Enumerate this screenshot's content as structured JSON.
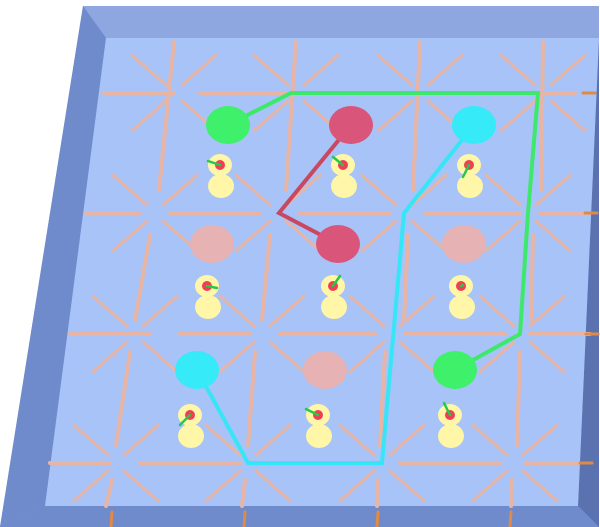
{
  "board": {
    "cols": 3,
    "rows": 3,
    "colors": {
      "tray_frame": "#7f9ad6",
      "tray_top_rim": "#8ea7e0",
      "tray_left_side": "#6f8bcc",
      "tray_right_side": "#5a73b0",
      "surface": "#a7c3f7",
      "grid_lines": "#e7b5a6",
      "grid_tick": "#e08a45"
    }
  },
  "dots": [
    {
      "col": 0,
      "row": 0,
      "color": "#3ef06a",
      "state": "green"
    },
    {
      "col": 1,
      "row": 0,
      "color": "#d9557a",
      "state": "red"
    },
    {
      "col": 2,
      "row": 0,
      "color": "#36eaf8",
      "state": "cyan"
    },
    {
      "col": 0,
      "row": 1,
      "color": "#e6b2b4",
      "state": "empty"
    },
    {
      "col": 1,
      "row": 1,
      "color": "#d9557a",
      "state": "red"
    },
    {
      "col": 2,
      "row": 1,
      "color": "#e6b2b4",
      "state": "empty"
    },
    {
      "col": 0,
      "row": 2,
      "color": "#36eaf8",
      "state": "cyan"
    },
    {
      "col": 1,
      "row": 2,
      "color": "#e6b2b4",
      "state": "empty"
    },
    {
      "col": 2,
      "row": 2,
      "color": "#3ef06a",
      "state": "green"
    }
  ],
  "paths": [
    {
      "name": "green",
      "color": "#3ee86a"
    },
    {
      "name": "red",
      "color": "#c9485f"
    },
    {
      "name": "cyan",
      "color": "#36e6f6"
    }
  ],
  "figure_colors": {
    "body": "#fff6a8",
    "head": "#ef3f55",
    "pointer": "#27c84a"
  }
}
